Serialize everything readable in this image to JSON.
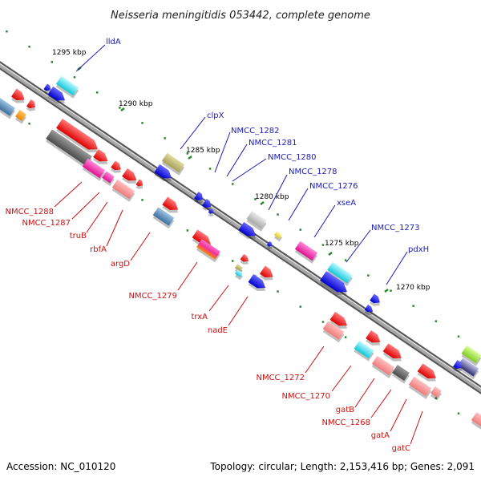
{
  "title": "Neisseria meningitidis 053442, complete genome",
  "footer": {
    "accession": "Accession: NC_010120",
    "topology": "Topology: circular; Length: 2,153,416 bp; Genes: 2,091"
  },
  "ticks": {
    "t1295": "1295 kbp",
    "t1290": "1290 kbp",
    "t1285": "1285 kbp",
    "t1280": "1280 kbp",
    "t1275": "1275 kbp",
    "t1270": "1270 kbp"
  },
  "genes_forward": {
    "lldA": "lldA",
    "clpX": "clpX",
    "NMCC_1282": "NMCC_1282",
    "NMCC_1281": "NMCC_1281",
    "NMCC_1280": "NMCC_1280",
    "NMCC_1278": "NMCC_1278",
    "NMCC_1276": "NMCC_1276",
    "xseA": "xseA",
    "NMCC_1273": "NMCC_1273",
    "pdxH": "pdxH"
  },
  "genes_reverse": {
    "NMCC_1288": "NMCC_1288",
    "NMCC_1287": "NMCC_1287",
    "truB": "truB",
    "rbfA": "rbfA",
    "argD": "argD",
    "NMCC_1279": "NMCC_1279",
    "trxA": "trxA",
    "nadE": "nadE",
    "NMCC_1272": "NMCC_1272",
    "NMCC_1270": "NMCC_1270",
    "gatB": "gatB",
    "NMCC_1268": "NMCC_1268",
    "gatA": "gatA",
    "gatC": "gatC"
  },
  "colors": {
    "forward_label": "#1a1ab8",
    "reverse_label": "#cc1111",
    "backbone": "#888888",
    "tick": "#2a8a2a"
  }
}
